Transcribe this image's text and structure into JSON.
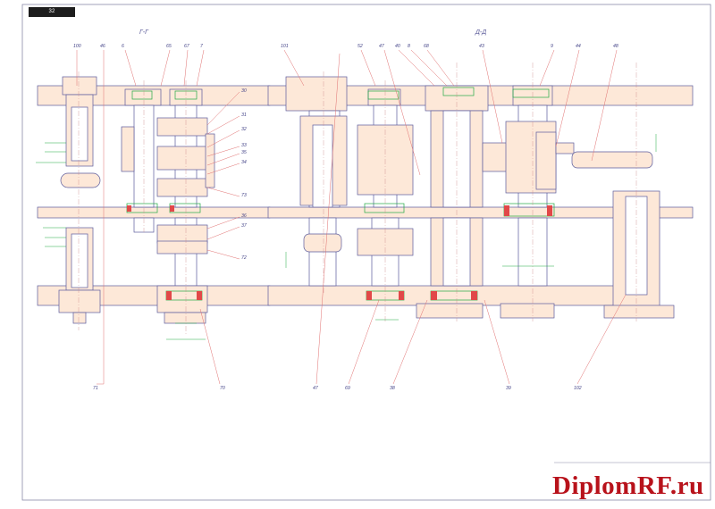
{
  "title_stamp": "32 ХХХХХХХХ.ВО",
  "watermark": "DiplomRF.ru",
  "sections": {
    "left": "Г-Г",
    "right": "Д-Д"
  },
  "callouts_top": [
    "100",
    "46",
    "6",
    "65",
    "67",
    "7",
    "101",
    "52",
    "47",
    "40",
    "8",
    "68",
    "43",
    "9",
    "44",
    "48"
  ],
  "callouts_right": [
    "30",
    "31",
    "32",
    "33",
    "35",
    "34",
    "73",
    "36",
    "37",
    "72"
  ],
  "callouts_bottom": [
    "71",
    "70",
    "47",
    "69",
    "38",
    "39",
    "102"
  ],
  "colors": {
    "line": "#5b5b9d",
    "fill": "#fde8d8",
    "leader": "#e07070",
    "dim": "#22aa44",
    "bearing": "#22aa44"
  }
}
